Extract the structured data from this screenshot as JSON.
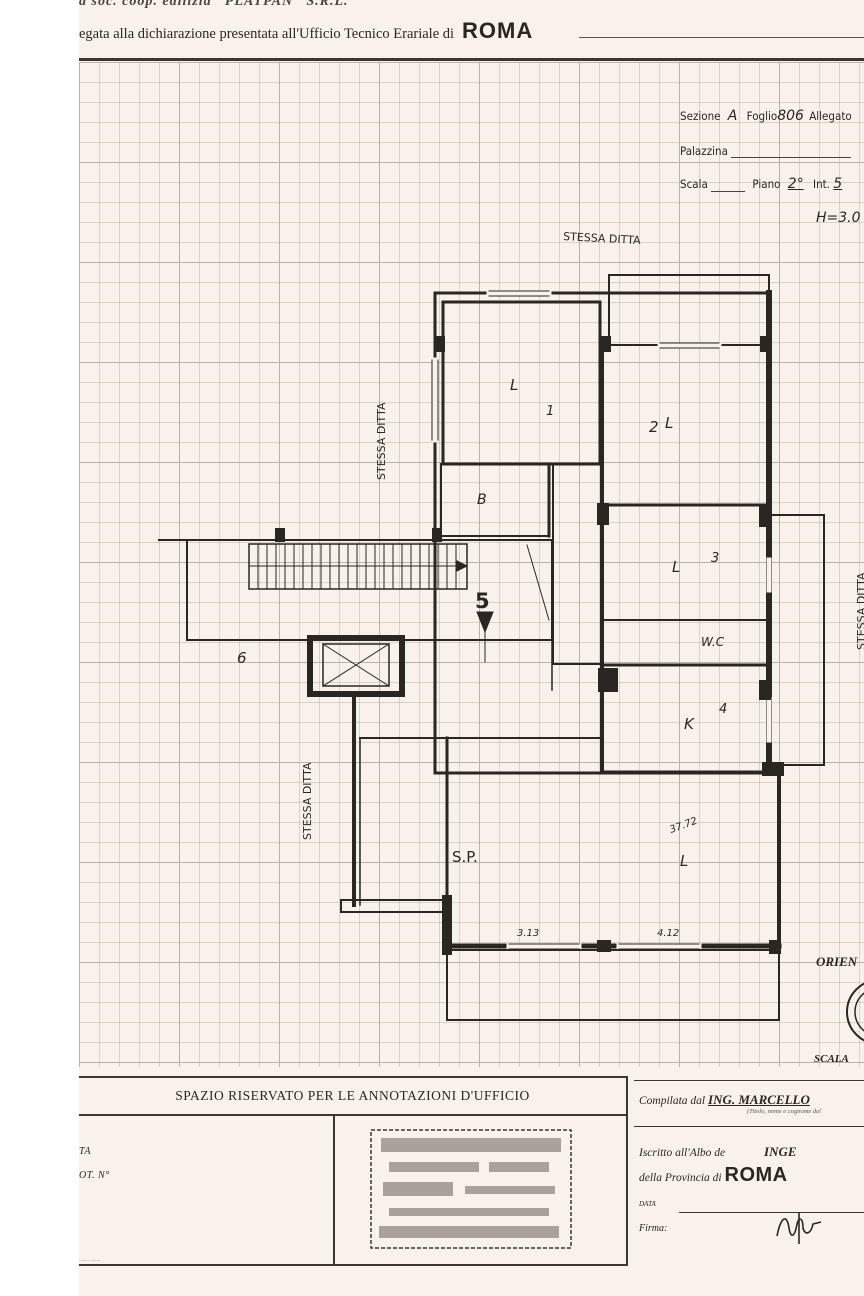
{
  "header": {
    "line1": "a soc. coop. edilizia \"PLATPAN\" S.R.L.",
    "line2_prefix": "egata alla dichiarazione presentata all'Ufficio Tecnico Erariale di",
    "city": "ROMA"
  },
  "info_block": {
    "sezione_label": "Sezione",
    "sezione_value": "A",
    "foglio_label": "Foglio",
    "foglio_value": "806",
    "allegato_label": "Allegato",
    "palazzina_label": "Palazzina",
    "scala_label": "Scala",
    "piano_label": "Piano",
    "piano_value": "2°",
    "int_label": "Int.",
    "int_value": "5",
    "height": "H=3.0"
  },
  "plan": {
    "stessa_ditta": "STESSA DITTA",
    "apartment_number": "5",
    "landing_number": "6",
    "room_labels": [
      "L 1",
      "2 L",
      "L 3",
      "K 4",
      "B",
      "W.C",
      "S.P.",
      "L"
    ],
    "measurements": [
      "3.13",
      "4.12",
      "37.72"
    ]
  },
  "orientation": {
    "label": "ORIEN",
    "scale_label": "SCALA"
  },
  "notes_box": {
    "title": "SPAZIO RISERVATO PER LE ANNOTAZIONI D'UFFICIO",
    "label_data": "TA",
    "label_prot": "OT. N°"
  },
  "compilata": {
    "label": "Compilata dal",
    "value": "ING. MARCELLO",
    "subnote": "(Titolo, nome e cognome del",
    "iscritto_label": "Iscritto all'Albo de",
    "iscritto_value": "INGE",
    "provincia_label": "della Provincia di",
    "provincia_value": "ROMA",
    "data_label": "DATA",
    "firma_label": "Firma:"
  }
}
